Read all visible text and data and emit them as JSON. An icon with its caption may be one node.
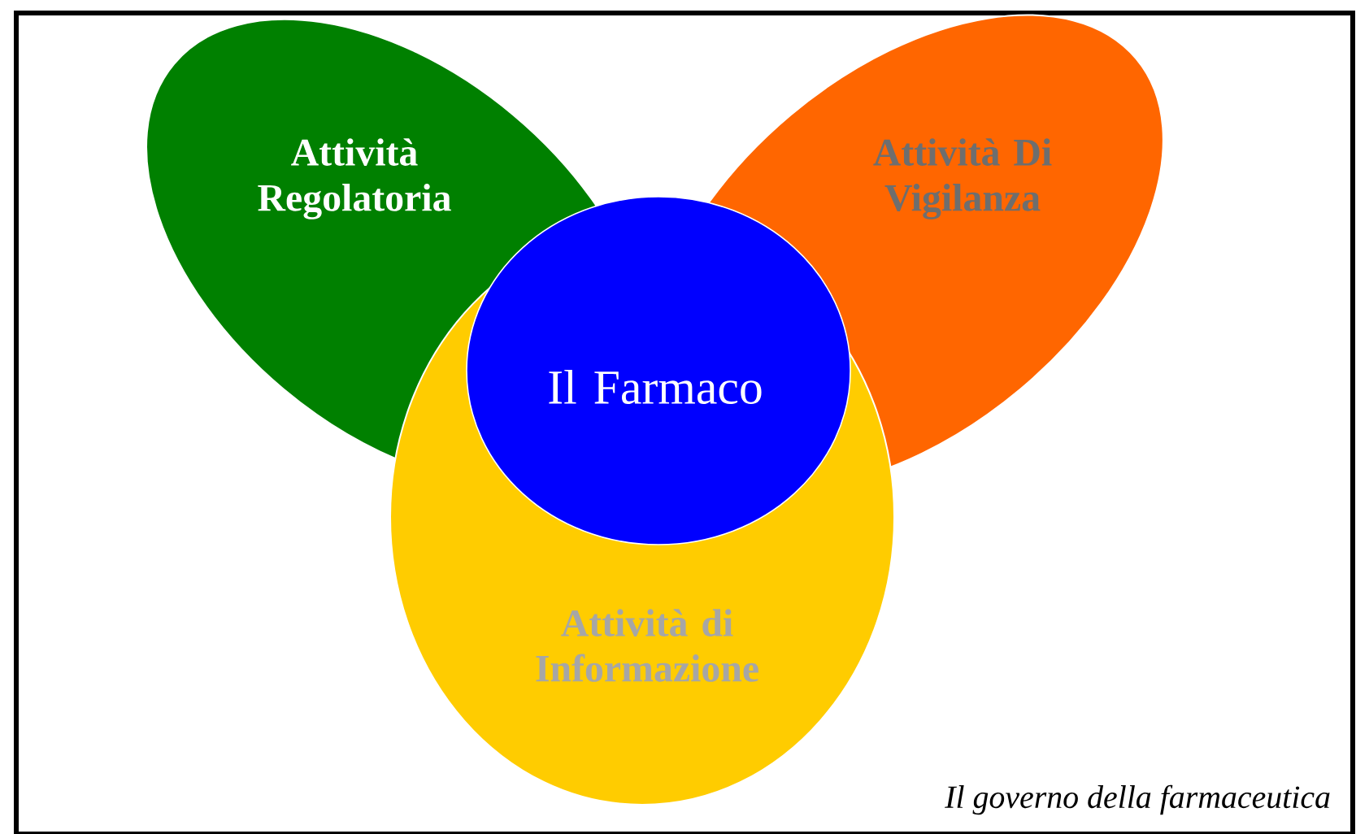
{
  "diagram": {
    "caption": "Il governo della farmaceutica",
    "nodes": [
      {
        "text": [
          "Attività Regolatoria"
        ]
      },
      {
        "text": [
          "Attività Di Vigilanza"
        ]
      },
      {
        "text": [
          "Attività di Informazione"
        ]
      },
      {
        "text": [
          "Il Farmaco"
        ]
      }
    ]
  }
}
